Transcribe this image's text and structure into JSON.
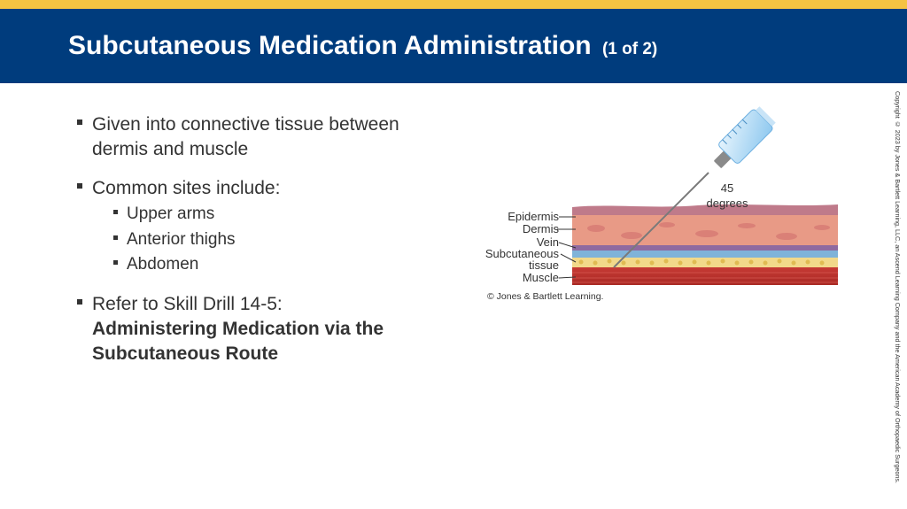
{
  "slide": {
    "title": "Subcutaneous Medication Administration",
    "title_suffix": "(1 of 2)",
    "bullets": {
      "b1": "Given into connective tissue between dermis and muscle",
      "b2": "Common sites include:",
      "sub": [
        "Upper arms",
        "Anterior thighs",
        "Abdomen"
      ],
      "b3_lead": "Refer to Skill Drill 14-5:",
      "b3_bold": "Administering Medication via the Subcutaneous Route"
    },
    "figure": {
      "angle_label": [
        "45",
        "degrees"
      ],
      "layers": {
        "epidermis": "Epidermis",
        "dermis": "Dermis",
        "vein": "Vein",
        "subcutaneous": [
          "Subcutaneous",
          "tissue"
        ],
        "muscle": "Muscle"
      },
      "credit": "© Jones & Bartlett Learning."
    },
    "copyright": "Copyright © 2023 by Jones & Bartlett Learning, LLC, an Ascend Learning Company and the American Academy of Orthopaedic Surgeons."
  },
  "colors": {
    "header": "#003c7d",
    "stripe": "#f5c242"
  }
}
